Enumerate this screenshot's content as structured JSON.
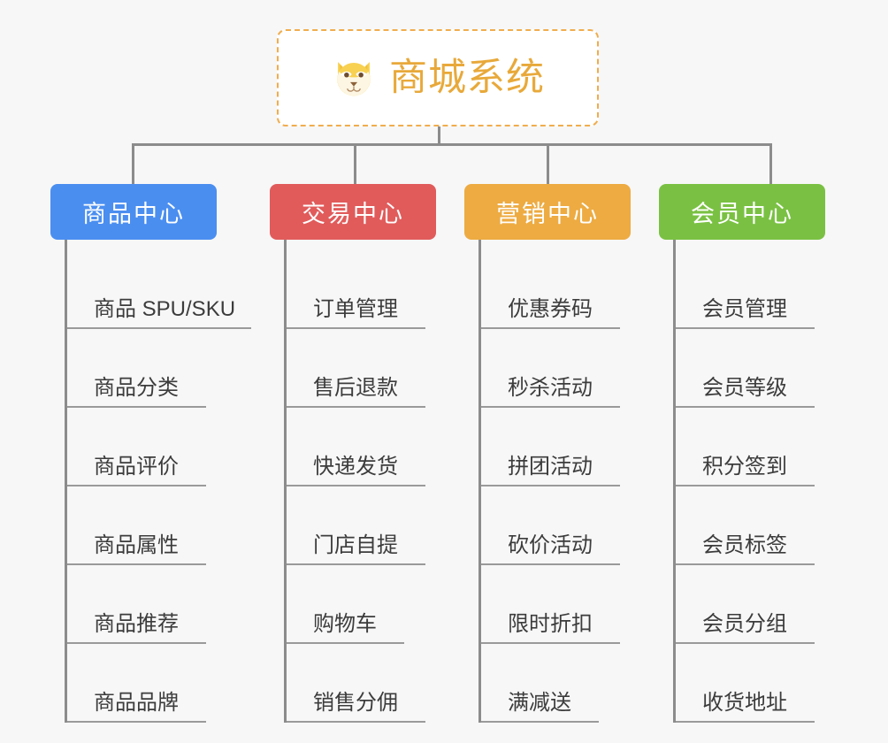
{
  "page": {
    "background": "#f7f7f7",
    "line_color": "#8c8c8c"
  },
  "root": {
    "title": "商城系统",
    "icon": "dog-face-icon",
    "border_color": "#f0ad4e",
    "title_color": "#e8a93a",
    "background": "#ffffff"
  },
  "columns": [
    {
      "header": "商品中心",
      "color": "#4a8ef0",
      "items": [
        {
          "label": "商品 SPU/SKU",
          "underline_width": 208
        },
        {
          "label": "商品分类",
          "underline_width": 157
        },
        {
          "label": "商品评价",
          "underline_width": 157
        },
        {
          "label": "商品属性",
          "underline_width": 157
        },
        {
          "label": "商品推荐",
          "underline_width": 157
        },
        {
          "label": "商品品牌",
          "underline_width": 157
        }
      ]
    },
    {
      "header": "交易中心",
      "color": "#e15b5b",
      "items": [
        {
          "label": "订单管理",
          "underline_width": 157
        },
        {
          "label": "售后退款",
          "underline_width": 157
        },
        {
          "label": "快递发货",
          "underline_width": 157
        },
        {
          "label": "门店自提",
          "underline_width": 157
        },
        {
          "label": "购物车",
          "underline_width": 133
        },
        {
          "label": "销售分佣",
          "underline_width": 157
        }
      ]
    },
    {
      "header": "营销中心",
      "color": "#edab42",
      "items": [
        {
          "label": "优惠券码",
          "underline_width": 157
        },
        {
          "label": "秒杀活动",
          "underline_width": 157
        },
        {
          "label": "拼团活动",
          "underline_width": 157
        },
        {
          "label": "砍价活动",
          "underline_width": 157
        },
        {
          "label": "限时折扣",
          "underline_width": 157
        },
        {
          "label": "满减送",
          "underline_width": 133
        }
      ]
    },
    {
      "header": "会员中心",
      "color": "#7ac143",
      "items": [
        {
          "label": "会员管理",
          "underline_width": 157
        },
        {
          "label": "会员等级",
          "underline_width": 157
        },
        {
          "label": "积分签到",
          "underline_width": 157
        },
        {
          "label": "会员标签",
          "underline_width": 157
        },
        {
          "label": "会员分组",
          "underline_width": 157
        },
        {
          "label": "收货地址",
          "underline_width": 157
        }
      ]
    }
  ]
}
